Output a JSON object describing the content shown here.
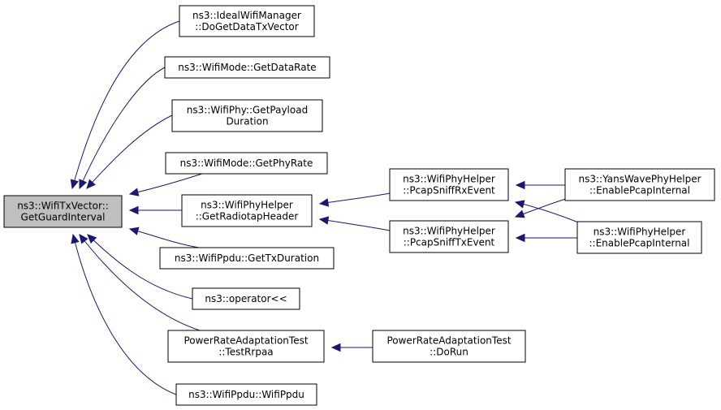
{
  "colors": {
    "edge": "#191970",
    "root_fill": "#bfbfbf",
    "node_fill": "#ffffff",
    "node_border": "#000000"
  },
  "nodes": {
    "root": [
      "ns3::WifiTxVector::",
      "GetGuardInterval"
    ],
    "ideal": [
      "ns3::IdealWifiManager",
      "::DoGetDataTxVector"
    ],
    "datarate": [
      "ns3::WifiMode::GetDataRate"
    ],
    "payload": [
      "ns3::WifiPhy::GetPayload",
      "Duration"
    ],
    "phyrate": [
      "ns3::WifiMode::GetPhyRate"
    ],
    "radiotap": [
      "ns3::WifiPhyHelper",
      "::GetRadiotapHeader"
    ],
    "txdur": [
      "ns3::WifiPpdu::GetTxDuration"
    ],
    "operator": [
      "ns3::operator<<"
    ],
    "testrrpaa": [
      "PowerRateAdaptationTest",
      "::TestRrpaa"
    ],
    "ppdu": [
      "ns3::WifiPpdu::WifiPpdu"
    ],
    "sniffrx": [
      "ns3::WifiPhyHelper",
      "::PcapSniffRxEvent"
    ],
    "snifftx": [
      "ns3::WifiPhyHelper",
      "::PcapSniffTxEvent"
    ],
    "dorun": [
      "PowerRateAdaptationTest",
      "::DoRun"
    ],
    "yans": [
      "ns3::YansWavePhyHelper",
      "::EnablePcapInternal"
    ],
    "enablepcap": [
      "ns3::WifiPhyHelper",
      "::EnablePcapInternal"
    ]
  }
}
